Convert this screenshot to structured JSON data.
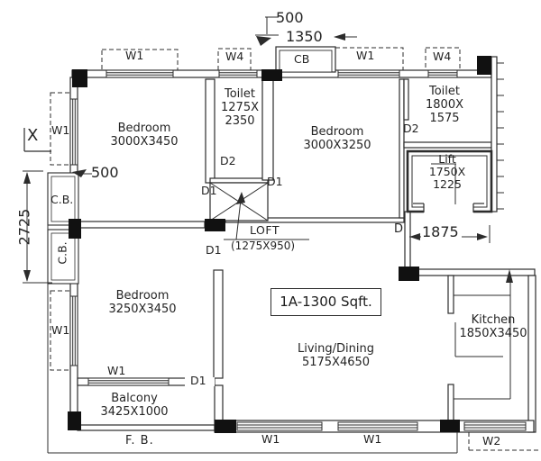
{
  "unit": {
    "area_label": "1A-1300 Sqft."
  },
  "rooms": {
    "bedroom_top_left": {
      "name": "Bedroom",
      "size": "3000X3450"
    },
    "bedroom_top_right": {
      "name": "Bedroom",
      "size": "3000X3250"
    },
    "bedroom_bottom_left": {
      "name": "Bedroom",
      "size": "3250X3450"
    },
    "toilet_small": {
      "name": "Toilet",
      "size_line1": "1275X",
      "size_line2": "2350"
    },
    "toilet_large": {
      "name": "Toilet",
      "size_line1": "1800X",
      "size_line2": "1575"
    },
    "lift": {
      "name": "Lift",
      "size_line1": "1750X",
      "size_line2": "1225"
    },
    "living_dining": {
      "name": "Living/Dining",
      "size": "5175X4650"
    },
    "kitchen": {
      "name": "Kitchen",
      "size": "1850X3450"
    },
    "balcony": {
      "name": "Balcony",
      "size": "3425X1000"
    },
    "loft": {
      "name": "LOFT",
      "size": "(1275X950)"
    },
    "flower_bed": {
      "name": "F. B."
    }
  },
  "dimensions": {
    "top_offset": "500",
    "top_width": "1350",
    "left_offset": "500",
    "left_height": "2725",
    "lobby_width": "1875"
  },
  "openings": {
    "window_w1": "W1",
    "window_w2": "W2",
    "window_w4": "W4",
    "door_d1": "D1",
    "door_d2": "D2",
    "door_d": "D",
    "cupboard_top": "CB",
    "cupboard_left": "C.B."
  },
  "markers": {
    "section": "X"
  },
  "colors": {
    "line": "#2c2c2c",
    "fill_block": "#111111",
    "paper": "#ffffff"
  }
}
